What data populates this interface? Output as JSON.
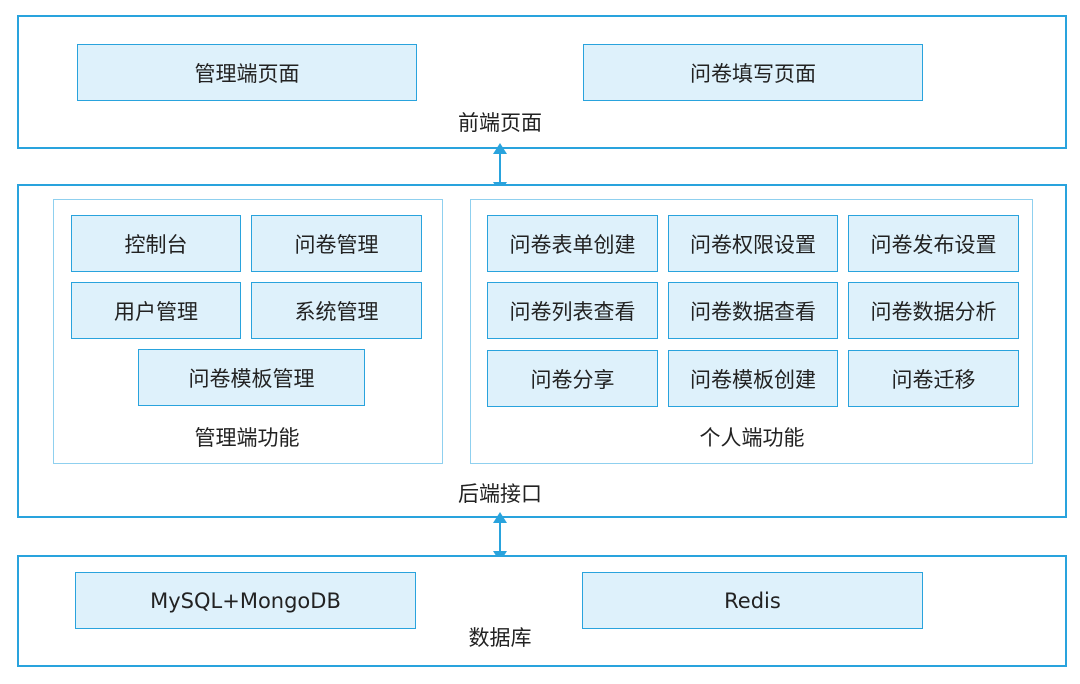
{
  "frontend": {
    "title": "前端页面",
    "items": [
      "管理端页面",
      "问卷填写页面"
    ]
  },
  "backend": {
    "title": "后端接口",
    "admin": {
      "title": "管理端功能",
      "items": [
        "控制台",
        "问卷管理",
        "用户管理",
        "系统管理",
        "问卷模板管理"
      ]
    },
    "personal": {
      "title": "个人端功能",
      "items": [
        "问卷表单创建",
        "问卷权限设置",
        "问卷发布设置",
        "问卷列表查看",
        "问卷数据查看",
        "问卷数据分析",
        "问卷分享",
        "问卷模板创建",
        "问卷迁移"
      ]
    }
  },
  "database": {
    "title": "数据库",
    "items": [
      "MySQL+MongoDB",
      "Redis"
    ]
  },
  "colors": {
    "border": "#29a3dd",
    "fill": "#def1fb",
    "group_border": "#8fd0ef",
    "arrow": "#29a3dd"
  }
}
